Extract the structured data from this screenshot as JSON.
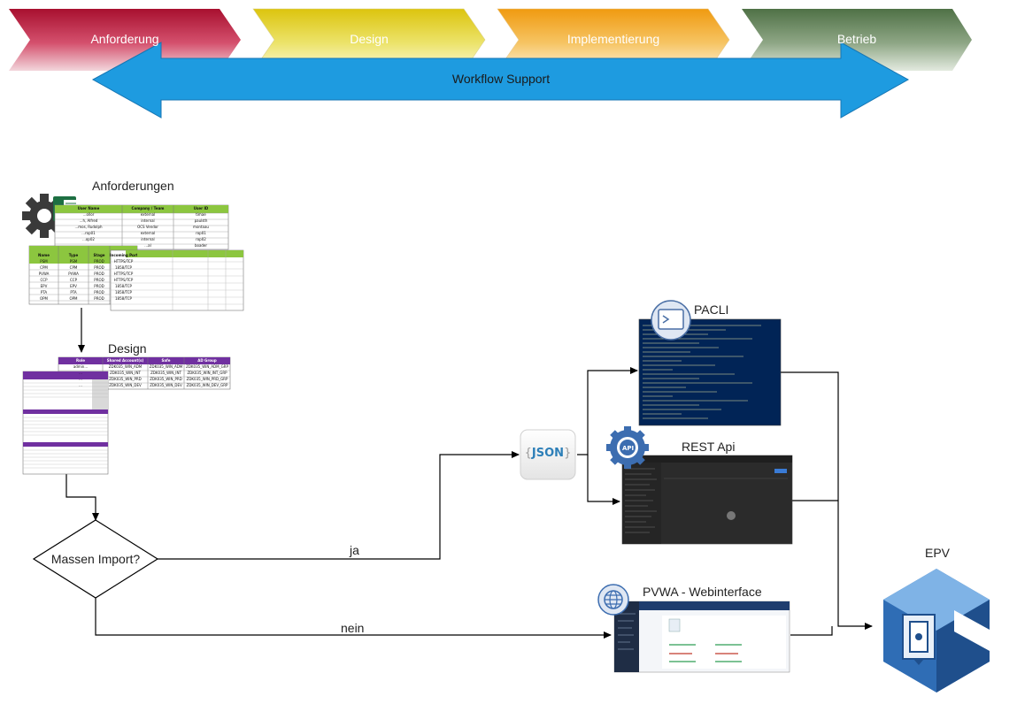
{
  "phases": [
    {
      "label": "Anforderung",
      "color": "#c0123a"
    },
    {
      "label": "Design",
      "color": "#e8d21a"
    },
    {
      "label": "Implementierung",
      "color": "#f2a619"
    },
    {
      "label": "Betrieb",
      "color": "#5e7e52"
    }
  ],
  "workflow": {
    "label": "Workflow Support",
    "color": "#1e9be0"
  },
  "anforderungen": {
    "title": "Anforderungen"
  },
  "design": {
    "title": "Design"
  },
  "decision": {
    "question": "Massen Import?",
    "yes_label": "ja",
    "no_label": "nein"
  },
  "json_node": {
    "label": "JSON"
  },
  "pacli": {
    "title": "PACLI"
  },
  "rest": {
    "title": "REST Api"
  },
  "pvwa": {
    "title": "PVWA - Webinterface"
  },
  "epv": {
    "title": "EPV"
  },
  "sheet_users": {
    "headers": [
      "User Name",
      "Company / Team",
      "User ID"
    ],
    "rows": [
      [
        "...ollor",
        "external",
        "timae"
      ],
      [
        "...h, Alfred",
        "internal",
        "paulsth"
      ],
      [
        "...mos, Rudolph",
        "OCS Vendor",
        "montaau"
      ],
      [
        "...rop01",
        "external",
        "rop01"
      ],
      [
        "...op02",
        "internal",
        "rop02"
      ],
      [
        "",
        "...al",
        "boader"
      ]
    ]
  },
  "sheet_platforms": {
    "headers": [
      "Name",
      "Type",
      "Stage",
      "Incoming Port"
    ],
    "rows": [
      [
        "PSM",
        "PSM",
        "PROD",
        "HTTPS/TCP"
      ],
      [
        "CPM",
        "CPM",
        "PROD",
        "1858/TCP"
      ],
      [
        "PVWA",
        "PVWA",
        "PROD",
        "HTTPS/TCP"
      ],
      [
        "CCP",
        "CCP",
        "PROD",
        "HTTPS/TCP"
      ],
      [
        "EPV",
        "EPV",
        "PROD",
        "1858/TCP"
      ],
      [
        "PTA",
        "PTA",
        "PROD",
        "1858/TCP"
      ],
      [
        "OPM",
        "OPM",
        "PROD",
        "1858/TCP"
      ]
    ]
  },
  "sheet_roles": {
    "headers": [
      "Role",
      "Shared Account(s)",
      "Safe",
      "AD Group"
    ],
    "rows": [
      [
        "admin...",
        "ZDK035_WIN_ADM",
        "ZDK035_WIN_ADM",
        "ZDK035_WIN_ADM_GRP"
      ],
      [
        "...",
        "ZDK035_WIN_INT",
        "ZDK035_WIN_INT",
        "ZDK035_WIN_INT_GRP"
      ],
      [
        "...",
        "ZDK035_WIN_PRD",
        "ZDK035_WIN_PRD",
        "ZDK035_WIN_PRD_GRP"
      ],
      [
        "...",
        "ZDK035_WIN_DEV",
        "ZDK035_WIN_DEV",
        "ZDK035_WIN_DEV_GRP"
      ]
    ]
  }
}
